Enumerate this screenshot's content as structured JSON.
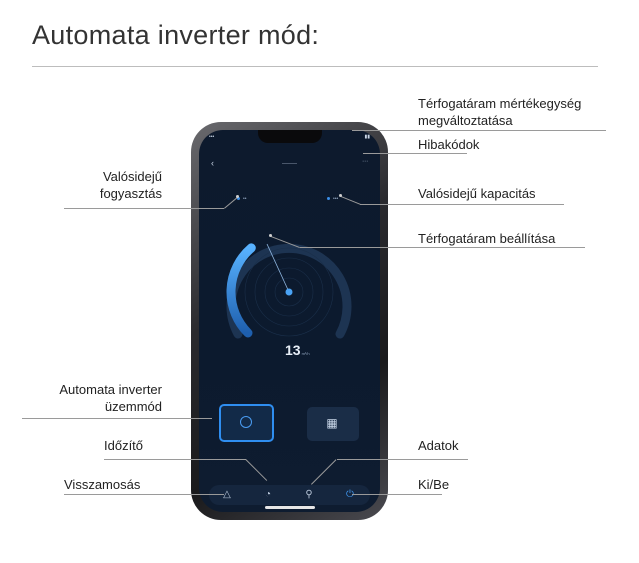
{
  "heading": "Automata inverter mód:",
  "callouts": {
    "flow_unit": "Térfogatáram mértékegység megváltoztatása",
    "error_codes": "Hibakódok",
    "realtime_consumption": "Valósidejű fogyasztás",
    "realtime_capacity": "Valósidejű kapacitás",
    "flow_setting": "Térfogatáram beállítása",
    "auto_inverter_mode": "Automata inverter üzemmód",
    "timer": "Időzítő",
    "data": "Adatok",
    "backwash": "Visszamosás",
    "power": "Ki/Be"
  },
  "callout_lines": {
    "flow_unit_1": "Térfogatáram mértékegység",
    "flow_unit_2": "megváltoztatása",
    "realtime_consumption_1": "Valósidejű",
    "realtime_consumption_2": "fogyasztás",
    "auto_mode_1": "Automata inverter",
    "auto_mode_2": "üzemmód"
  },
  "phone": {
    "accent_color": "#2f8ef0",
    "gauge_level": 0.35,
    "icons": {
      "back": "chevron-left-icon",
      "more": "more-icon",
      "auto_mode": "auto-mode-icon",
      "scan_mode": "scan-mode-icon",
      "backwash": "backwash-icon",
      "timer": "timer-icon",
      "data": "search-icon",
      "power": "power-icon"
    }
  }
}
